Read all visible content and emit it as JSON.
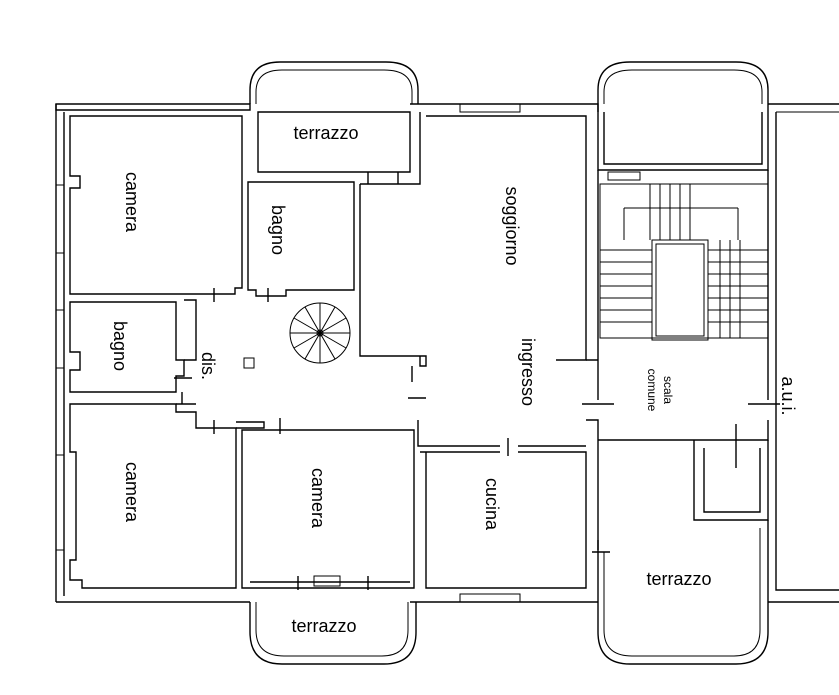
{
  "rooms": {
    "camera_top": "camera",
    "bagno_top": "bagno",
    "bagno_left": "bagno",
    "dis": "dis.",
    "camera_bottom_left": "camera",
    "camera_bottom_center": "camera",
    "soggiorno": "soggiorno",
    "ingresso": "ingresso",
    "cucina": "cucina",
    "terrazzo_top": "terrazzo",
    "terrazzo_bottom": "terrazzo",
    "terrazzo_right": "terrazzo",
    "scala_line1": "scala",
    "scala_line2": "comune",
    "aui": "a.u.i."
  }
}
